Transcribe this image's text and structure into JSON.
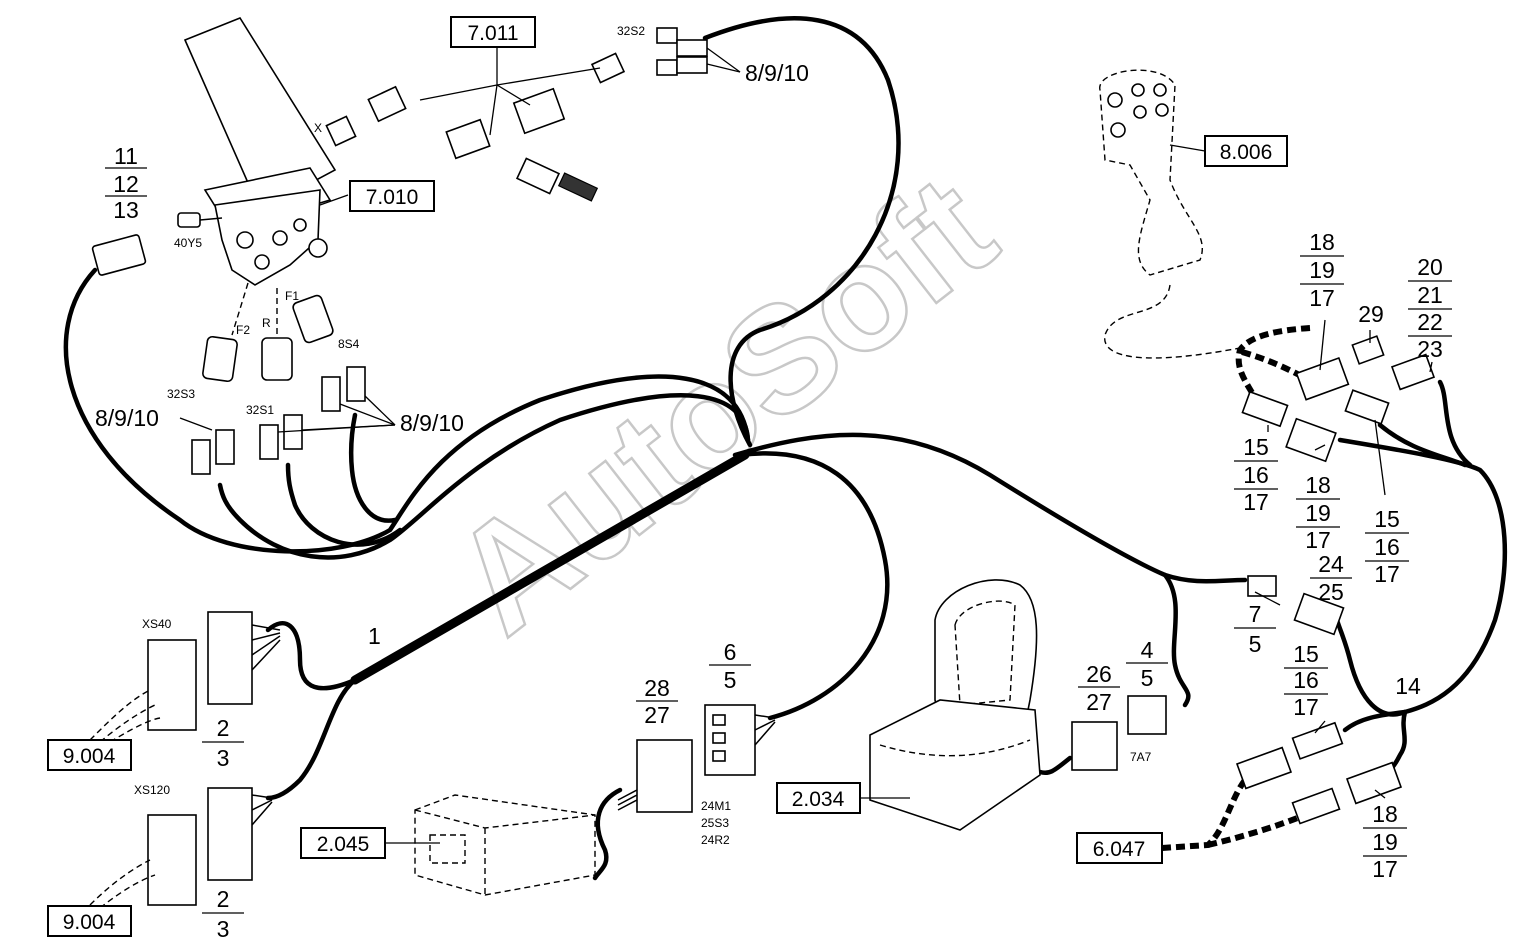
{
  "watermark": "AutoSoft",
  "reference_boxes": {
    "r7011": "7.011",
    "r7010": "7.010",
    "r8006": "8.006",
    "r9004a": "9.004",
    "r9004b": "9.004",
    "r2045": "2.045",
    "r2034": "2.034",
    "r6047": "6.047"
  },
  "part_labels": {
    "pedal_stack": [
      "11",
      "12",
      "13"
    ],
    "sw32s2": "8/9/10",
    "sw32s3": "8/9/10",
    "sw32s1": "8/9/10",
    "harness_main": "1",
    "xs40_stack": [
      "2",
      "3"
    ],
    "xs120_stack": [
      "2",
      "3"
    ],
    "box_stack": [
      "28",
      "27"
    ],
    "relay_stack": [
      "6",
      "5"
    ],
    "seat_stack": [
      "26",
      "27"
    ],
    "seat_sw_stack": [
      "4",
      "5"
    ],
    "tail_stack": [
      "7",
      "5"
    ],
    "joy_a": [
      "18",
      "19",
      "17"
    ],
    "joy_29": "29",
    "joy_b": [
      "20",
      "21",
      "22",
      "23"
    ],
    "joy_c": [
      "15",
      "16",
      "17"
    ],
    "joy_d": [
      "18",
      "19",
      "17"
    ],
    "joy_e": [
      "15",
      "16",
      "17"
    ],
    "conn_24": [
      "24",
      "25"
    ],
    "low_a": [
      "15",
      "16",
      "17"
    ],
    "branch_14": "14",
    "low_b": [
      "18",
      "19",
      "17"
    ]
  },
  "code_labels": {
    "c32s2": "32S2",
    "c40y5": "40Y5",
    "cx": "X",
    "cf1": "F1",
    "cf2": "F2",
    "cr": "R",
    "c8s4": "8S4",
    "c32s3": "32S3",
    "c32s1": "32S1",
    "cxs40": "XS40",
    "cxs120": "XS120",
    "c24m1": "24M1",
    "c25s3": "25S3",
    "c24r2": "24R2",
    "c7a7": "7A7"
  }
}
